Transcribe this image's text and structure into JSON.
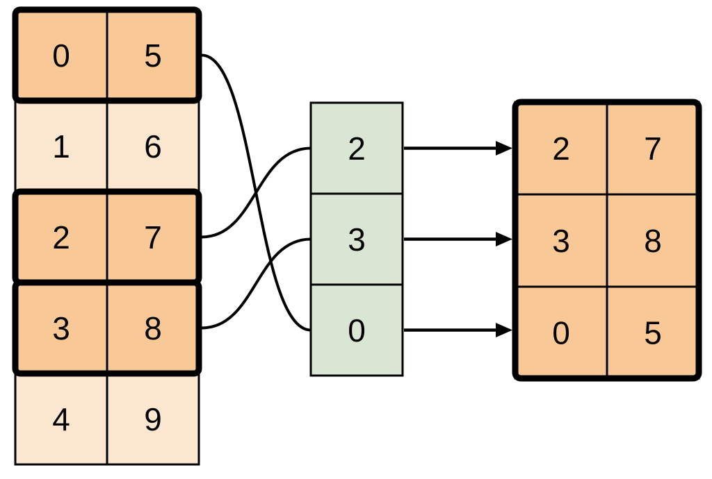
{
  "source_table": {
    "rows": [
      {
        "cells": [
          "0",
          "5"
        ],
        "highlighted": true
      },
      {
        "cells": [
          "1",
          "6"
        ],
        "highlighted": false
      },
      {
        "cells": [
          "2",
          "7"
        ],
        "highlighted": true
      },
      {
        "cells": [
          "3",
          "8"
        ],
        "highlighted": true
      },
      {
        "cells": [
          "4",
          "9"
        ],
        "highlighted": false
      }
    ]
  },
  "index_column": {
    "cells": [
      "2",
      "3",
      "0"
    ]
  },
  "result_table": {
    "rows": [
      {
        "cells": [
          "2",
          "7"
        ]
      },
      {
        "cells": [
          "3",
          "8"
        ]
      },
      {
        "cells": [
          "0",
          "5"
        ]
      }
    ]
  },
  "connectors": [
    {
      "source_row": 0,
      "index_cell": 2
    },
    {
      "source_row": 2,
      "index_cell": 0
    },
    {
      "source_row": 3,
      "index_cell": 1
    }
  ],
  "arrows": [
    {
      "index_cell": 0,
      "result_row": 0
    },
    {
      "index_cell": 1,
      "result_row": 1
    },
    {
      "index_cell": 2,
      "result_row": 2
    }
  ],
  "colors": {
    "highlight_fill": "#F8C996",
    "muted_fill": "#FBE7D0",
    "index_fill": "#D8E6D3",
    "line": "#000000"
  }
}
